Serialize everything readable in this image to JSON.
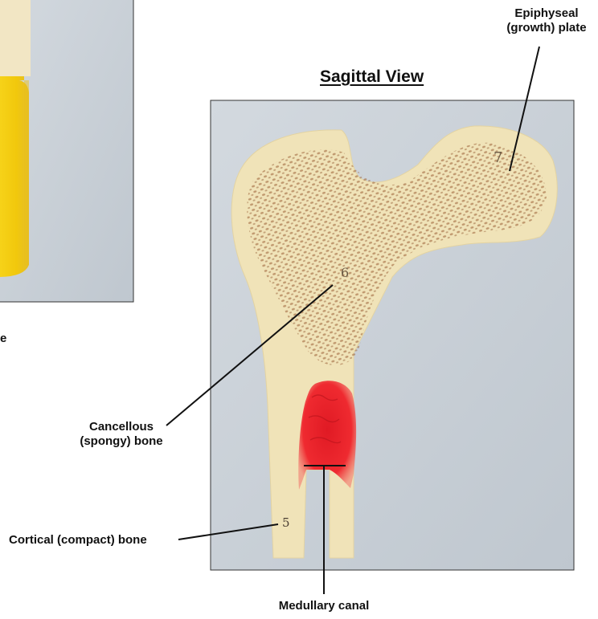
{
  "view_title": "Sagittal View",
  "labels": {
    "epiphyseal_line1": "Epiphyseal",
    "epiphyseal_line2": "(growth) plate",
    "cancellous_line1": "Cancellous",
    "cancellous_line2": "(spongy) bone",
    "cortical": "Cortical (compact) bone",
    "medullary": "Medullary canal",
    "left_panel_fragment": "e"
  },
  "specimen_numbers": {
    "cortical_mark": "5",
    "cancellous_mark": "6",
    "epiphyseal_mark": "7"
  },
  "colors": {
    "photo_background": "#c9d0d7",
    "bone": "#f0e3b8",
    "spongy_texture": "#a8744a",
    "marrow_red": "#e8222a",
    "yellow_model": "#f5cf10",
    "leader_lines": "#111111"
  }
}
